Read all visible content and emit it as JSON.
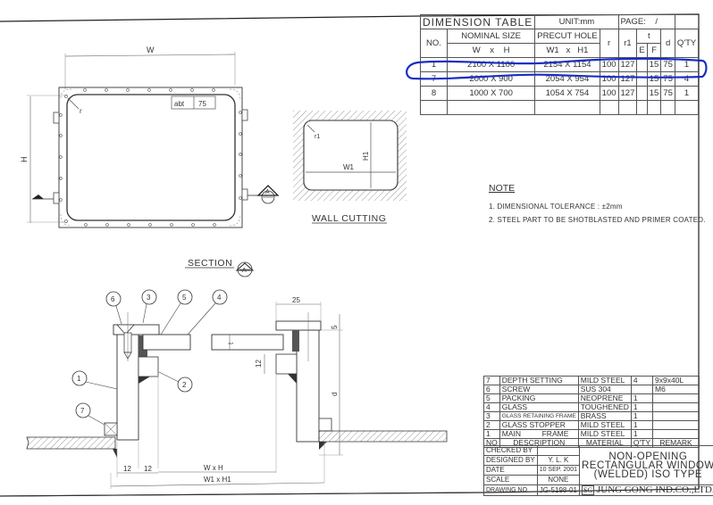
{
  "dimension_table": {
    "title": "DIMENSION   TABLE",
    "unit": "UNIT:mm",
    "page_label": "PAGE:",
    "page_value": "/",
    "headers": {
      "no": "NO.",
      "nominal_size": "NOMINAL  SIZE",
      "precut_hole": "PRECUT  HOLE",
      "r": "r",
      "r1": "r1",
      "t": "t",
      "t_e": "E",
      "t_f": "F",
      "d": "d",
      "qty": "Q'TY",
      "w": "W",
      "x": "x",
      "h": "H",
      "w1": "W1",
      "x1": "x",
      "h1": "H1"
    },
    "rows": [
      {
        "no": "1",
        "nominal": "2100  X  1100",
        "precut": "2154  X  1154",
        "r": "100",
        "r1": "127",
        "e": "",
        "f": "15",
        "d": "75",
        "qty": "1",
        "highlighted": true
      },
      {
        "no": "7",
        "nominal": "2000  X  900",
        "precut": "2054  X  954",
        "r": "100",
        "r1": "127",
        "e": "",
        "f": "15",
        "d": "75",
        "qty": "4"
      },
      {
        "no": "8",
        "nominal": "1000  X  700",
        "precut": "1054  X  754",
        "r": "100",
        "r1": "127",
        "e": "",
        "f": "15",
        "d": "75",
        "qty": "1"
      },
      {
        "no": "",
        "nominal": "",
        "precut": "",
        "r": "",
        "r1": "",
        "e": "",
        "f": "",
        "d": "",
        "qty": ""
      }
    ],
    "highlight_color": "#1a2fc4"
  },
  "front_view": {
    "width_label": "W",
    "height_label": "H",
    "radius_label": "r",
    "abt_label": "abt",
    "spacing_value": "75",
    "section_marker": "A"
  },
  "wall_cutting": {
    "title": "WALL  CUTTING",
    "radius_label": "r1",
    "width_label": "W1",
    "height_label": "H1"
  },
  "note": {
    "heading": "NOTE",
    "lines": [
      "1.  DIMENSIONAL  TOLERANCE  :  ±2mm",
      "2.  STEEL  PART  TO  BE  SHOTBLASTED  AND  PRIMER  COATED."
    ]
  },
  "section": {
    "title": "SECTION",
    "marker": "A",
    "balloons": [
      "1",
      "2",
      "3",
      "4",
      "5",
      "6",
      "7"
    ],
    "dim_25": "25",
    "dim_5": "5",
    "dim_12_vertical": "12",
    "dim_t": "t",
    "dim_d": "d",
    "dim_12a": "12",
    "dim_12b": "12",
    "dim_wxh": "W  x  H",
    "dim_w1xh1": "W1  x  H1"
  },
  "bill_of_materials": {
    "rows": [
      {
        "no": "7",
        "description": "DEPTH  SETTING",
        "material": "MILD  STEEL",
        "qty": "4",
        "remark": "9x9x40L"
      },
      {
        "no": "6",
        "description": "SCREW",
        "material": "SUS  304",
        "qty": "",
        "remark": "M6"
      },
      {
        "no": "5",
        "description": "PACKING",
        "material": "NEOPRENE",
        "qty": "1",
        "remark": ""
      },
      {
        "no": "4",
        "description": "GLASS",
        "material": "TOUGHENED",
        "qty": "1",
        "remark": ""
      },
      {
        "no": "3",
        "description": "GLASS RETAINING FRAME",
        "material": "BRASS",
        "qty": "1",
        "remark": ""
      },
      {
        "no": "2",
        "description": "GLASS   STOPPER",
        "material": "MILD  STEEL",
        "qty": "1",
        "remark": ""
      },
      {
        "no": "1",
        "description": "MAIN          FRAME",
        "material": "MILD  STEEL",
        "qty": "1",
        "remark": ""
      }
    ],
    "headers": {
      "no": "NO",
      "description": "DESCRIPTION",
      "material": "MATERIAL",
      "qty": "Q'TY",
      "remark": "REMARK"
    }
  },
  "title_block": {
    "checked_by_label": "CHECKED  BY",
    "checked_by": "",
    "designed_by_label": "DESIGNED  BY",
    "designed_by": "Y.  L.  K",
    "date_label": "DATE",
    "date": "10  SEP.  2001",
    "scale_label": "SCALE",
    "scale": "NONE",
    "drawing_no_label": "DRAWING  NO",
    "drawing_no": "JG-5198-01",
    "title_line1": "NON-OPENING",
    "title_line2": "RECTANGULAR  WINDOW",
    "title_line3": "(WELDED)  ISO  TYPE",
    "company": "JUNG  GONG  IND.CO.,LTD.",
    "company_logo": "SG"
  }
}
